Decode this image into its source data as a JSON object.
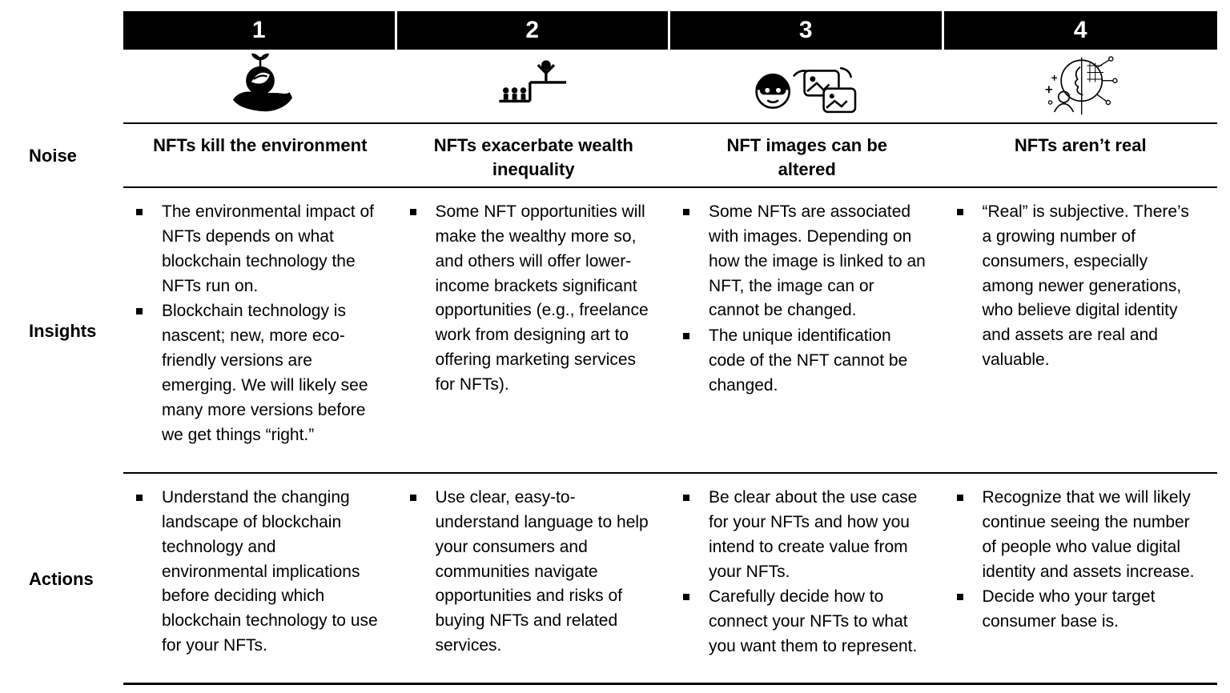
{
  "row_labels": {
    "noise": "Noise",
    "insights": "Insights",
    "actions": "Actions"
  },
  "colors": {
    "header_bg": "#000000",
    "header_text": "#ffffff",
    "rule": "#000000",
    "text": "#000000",
    "background": "#ffffff"
  },
  "columns": [
    {
      "number": "1",
      "icon": "plant-in-hand-icon",
      "noise": "NFTs kill the environment",
      "insights": [
        "The environmental impact of NFTs depends on what blockchain technology the NFTs run on.",
        "Blockchain technology is nascent; new, more eco-friendly versions are emerging. We will likely see many more versions before we get things “right.”"
      ],
      "actions": [
        "Understand the changing landscape of blockchain technology and environmental implications before deciding which blockchain technology to use for your NFTs."
      ]
    },
    {
      "number": "2",
      "icon": "wealth-inequality-icon",
      "noise": "NFTs exacerbate wealth inequality",
      "insights": [
        "Some NFT opportunities will make the wealthy more so, and others will offer lower-income brackets significant opportunities (e.g., freelance work from designing art to offering marketing services for NFTs)."
      ],
      "actions": [
        "Use clear, easy-to-understand language to help your consumers and communities navigate opportunities and risks of buying NFTs and related services."
      ]
    },
    {
      "number": "3",
      "icon": "thief-image-swap-icon",
      "noise": "NFT images can be altered",
      "insights": [
        "Some NFTs are associated with images. Depending on how the image is linked to an NFT, the image can or cannot be changed.",
        "The unique identification code of the NFT cannot be changed."
      ],
      "actions": [
        "Be clear about the use case for your NFTs and how you intend to create value from your NFTs.",
        "Carefully decide how to connect your NFTs to what you want them to represent."
      ]
    },
    {
      "number": "4",
      "icon": "digital-identity-icon",
      "noise": "NFTs aren’t real",
      "insights": [
        "“Real” is subjective. There’s a growing number of consumers, especially among newer generations, who believe digital identity and assets are real and valuable."
      ],
      "actions": [
        "Recognize that we will likely continue seeing the number of people who value digital identity and assets increase.",
        "Decide who your target consumer base is."
      ]
    }
  ]
}
